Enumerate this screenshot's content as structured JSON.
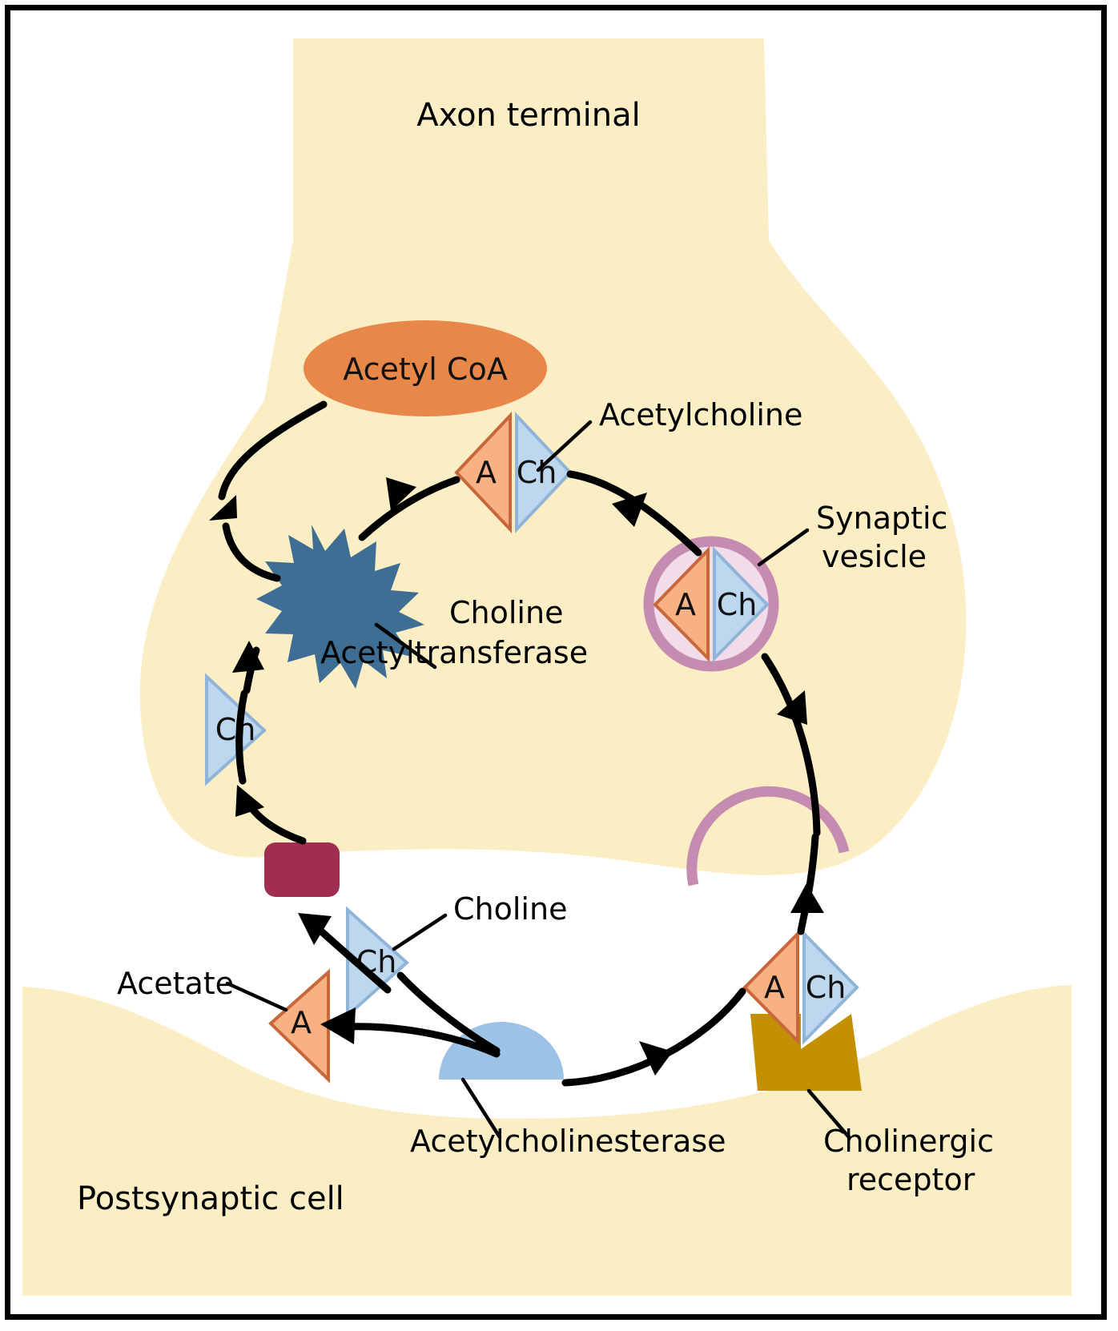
{
  "figure": {
    "title": "Acetylcholine synthesis, release, degradation and choline recycling at a cholinergic synapse",
    "type": "biological-pathway-diagram"
  },
  "colors": {
    "cell_fill": "#fceec4",
    "cleft_fill": "#ffffff",
    "acetyl_coa_fill": "#e8874a",
    "acetyl_triangle_fill": "#f7b183",
    "acetyl_triangle_stroke": "#c8683a",
    "choline_triangle_fill": "#bdd7ee",
    "choline_triangle_stroke": "#8fb4d8",
    "enzyme_star_fill": "#3e6e94",
    "vesicle_stroke": "#c68bb0",
    "vesicle_fill": "#f2dce9",
    "transporter_fill": "#a02e50",
    "receptor_fill": "#c29000",
    "esterase_fill": "#9cc3e5",
    "arrow_black": "#000000",
    "frame_black": "#000000"
  },
  "regions": {
    "axon_terminal_label": "Axon terminal",
    "postsynaptic_label": "Postsynaptic cell"
  },
  "labels": {
    "acetyl_coa": "Acetyl CoA",
    "acetylcholine": "Acetylcholine",
    "synaptic_vesicle_line1": "Synaptic",
    "synaptic_vesicle_line2": "vesicle",
    "choline_acetyltransferase_line1": "Choline",
    "choline_acetyltransferase_line2": "Acetyltransferase",
    "choline": "Choline",
    "acetate": "Acetate",
    "acetylcholinesterase": "Acetylcholinesterase",
    "cholinergic_receptor_line1": "Cholinergic",
    "cholinergic_receptor_line2": "receptor"
  },
  "glyphs": {
    "acetyl": "A",
    "choline": "Ch"
  },
  "molecules": [
    {
      "name": "acetylcholine-cytosolic",
      "parts": [
        "A",
        "Ch"
      ],
      "location": "axon-terminal-cytosol"
    },
    {
      "name": "acetylcholine-in-vesicle",
      "parts": [
        "A",
        "Ch"
      ],
      "location": "synaptic-vesicle"
    },
    {
      "name": "acetylcholine-at-receptor",
      "parts": [
        "A",
        "Ch"
      ],
      "location": "cholinergic-receptor"
    },
    {
      "name": "choline-reuptake",
      "parts": [
        "Ch"
      ],
      "location": "axon-terminal-cytosol"
    },
    {
      "name": "choline-in-cleft",
      "parts": [
        "Ch"
      ],
      "location": "synaptic-cleft"
    },
    {
      "name": "acetate-in-cleft",
      "parts": [
        "A"
      ],
      "location": "synaptic-cleft"
    }
  ],
  "pathway_steps": [
    "Acetyl CoA enters the pathway in the axon terminal",
    "Choline Acetyltransferase joins Acetyl (A) and Choline (Ch) to form Acetylcholine",
    "Acetylcholine is packaged into a synaptic vesicle",
    "Vesicle fuses with the presynaptic membrane and releases Acetylcholine",
    "Acetylcholine binds the Cholinergic receptor on the postsynaptic cell",
    "Acetylcholinesterase degrades Acetylcholine into Acetate and Choline",
    "Choline is taken back up by the presynaptic transporter and recycled"
  ]
}
